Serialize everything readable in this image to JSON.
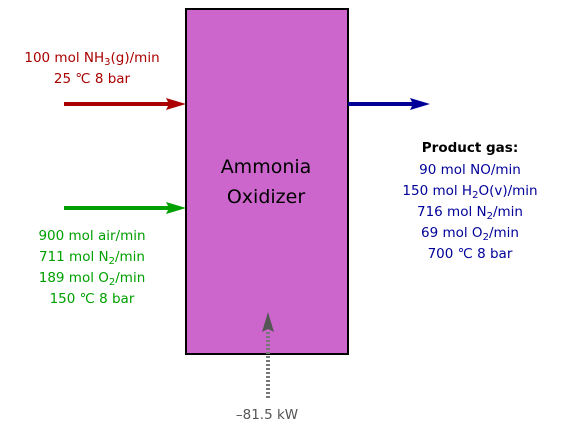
{
  "reactor": {
    "line1": "Ammonia",
    "line2": "Oxidizer",
    "fill": "#cc66cc"
  },
  "ammonia_feed": {
    "color": "#aa0000",
    "pre": "100 mol NH",
    "sub": "3",
    "post": "(g)/min",
    "conditions": "25 ℃ 8 bar"
  },
  "air_feed": {
    "color": "#00a000",
    "total": "900 mol air/min",
    "n2_pre": "711 mol N",
    "n2_sub": "2",
    "n2_post": "/min",
    "o2_pre": "189 mol O",
    "o2_sub": "2",
    "o2_post": "/min",
    "conditions": "150 ℃ 8 bar"
  },
  "product": {
    "color": "#000099",
    "heading": "Product gas:",
    "no": "90 mol NO/min",
    "h2o_pre": "150 mol H",
    "h2o_sub": "2",
    "h2o_post": "O(v)/min",
    "n2_pre": "716 mol N",
    "n2_sub": "2",
    "n2_post": "/min",
    "o2_pre": "69 mol O",
    "o2_sub": "2",
    "o2_post": "/min",
    "conditions": "700 ℃ 8 bar"
  },
  "heat": {
    "color": "#555555",
    "label": "–81.5 kW"
  }
}
